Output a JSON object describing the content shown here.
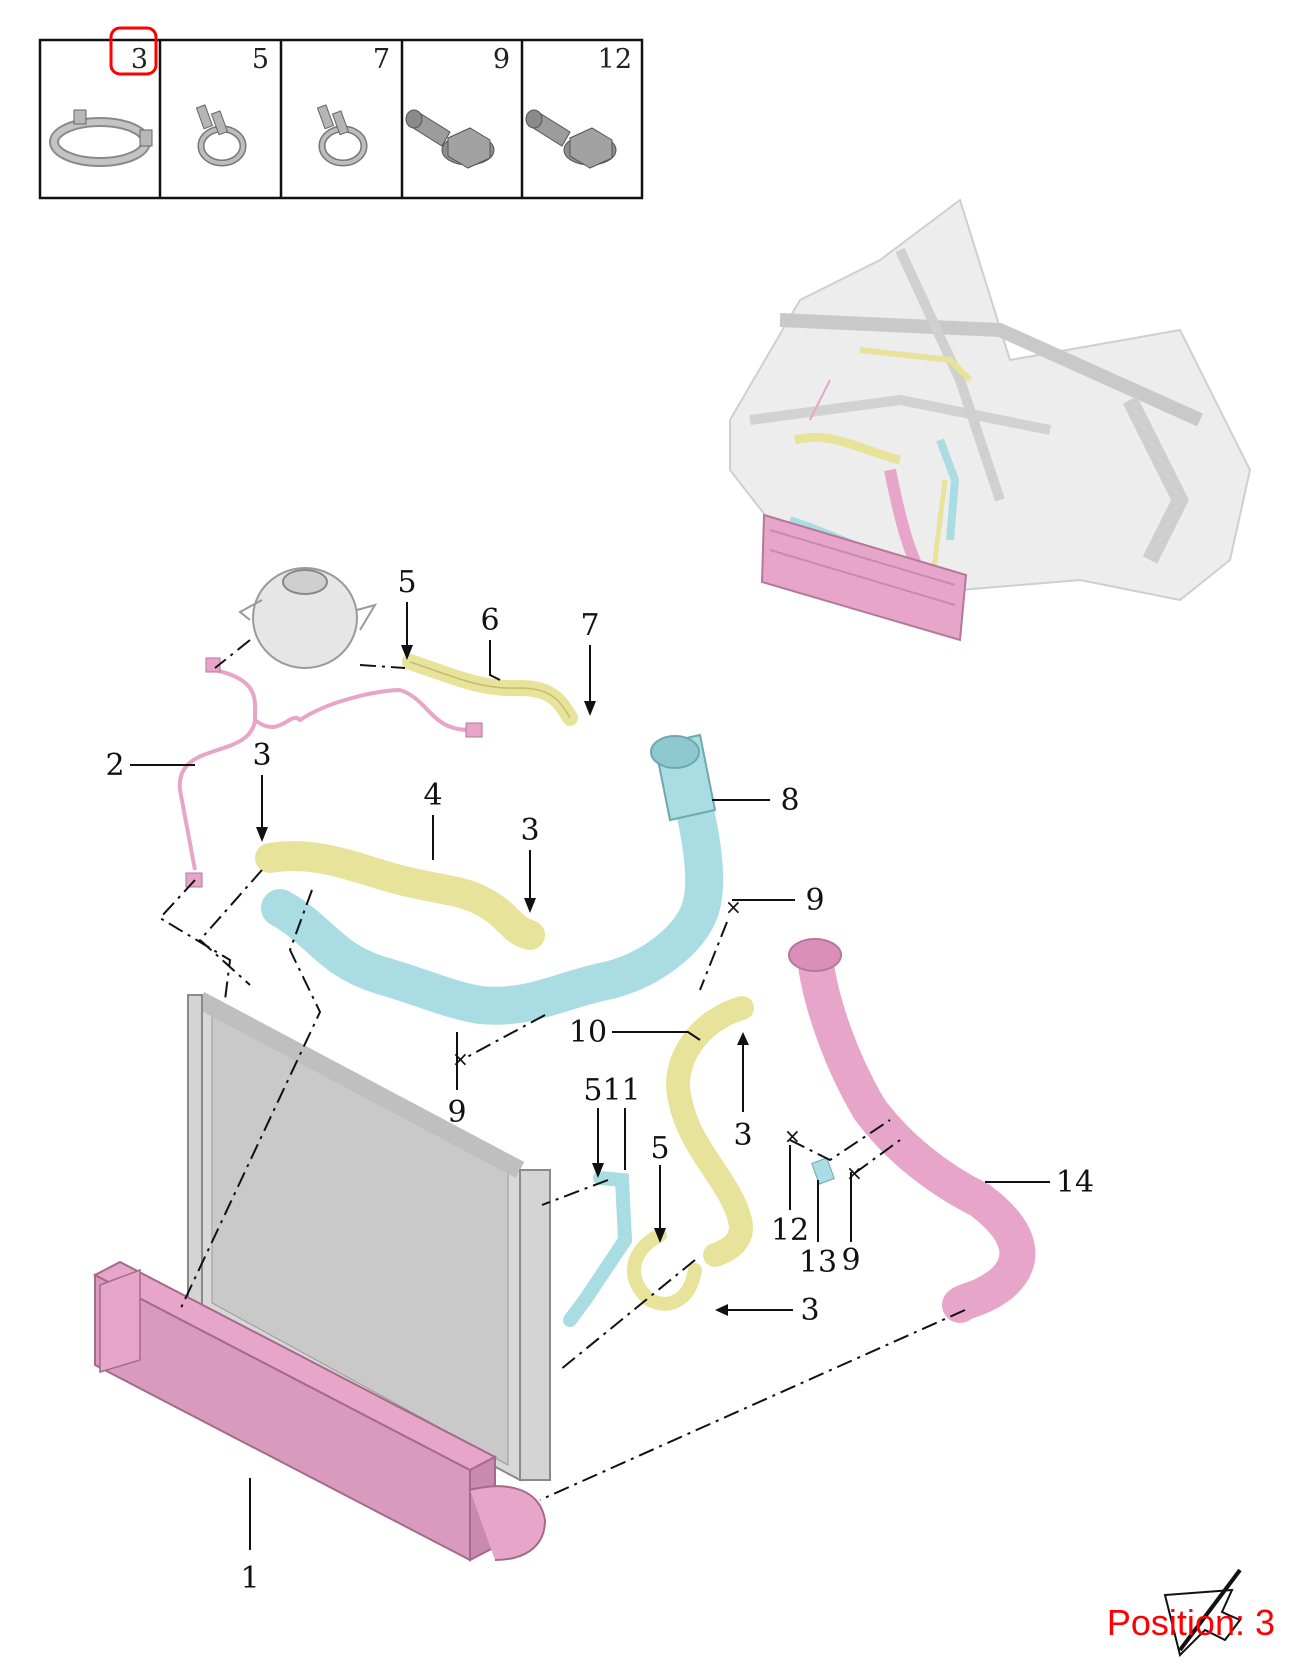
{
  "header_cells": [
    {
      "number": "3",
      "icon": "band-clamp-icon"
    },
    {
      "number": "5",
      "icon": "spring-clamp-icon"
    },
    {
      "number": "7",
      "icon": "spring-clamp-icon"
    },
    {
      "number": "9",
      "icon": "flange-bolt-icon"
    },
    {
      "number": "12",
      "icon": "flange-bolt-icon"
    }
  ],
  "highlighted_cell": "3",
  "callouts": {
    "c1": "1",
    "c2": "2",
    "c3a": "3",
    "c3b": "3",
    "c3c": "3",
    "c3d": "3",
    "c4": "4",
    "c5a": "5",
    "c5b": "5",
    "c511": "511",
    "c6": "6",
    "c7": "7",
    "c8": "8",
    "c9a": "9",
    "c9b": "9",
    "c9c": "9",
    "c10": "10",
    "c12": "12",
    "c13": "13",
    "c14": "14"
  },
  "position_label": "Position: 3",
  "colors": {
    "coolant_hose": "#e8e39a",
    "air_duct": "#a9dde3",
    "intercooler": "#e7a6c9",
    "radiator": "#d9d9d9",
    "highlight": "#ff0000"
  }
}
